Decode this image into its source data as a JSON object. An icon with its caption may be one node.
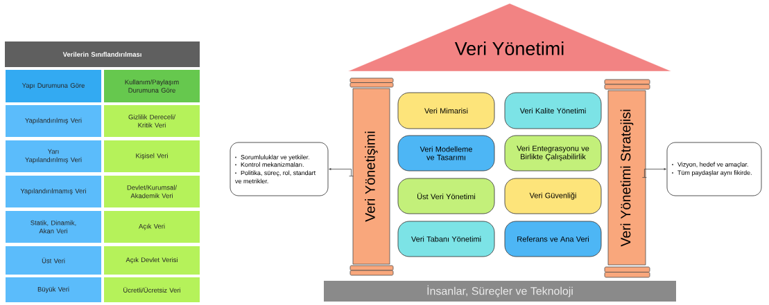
{
  "diagram": {
    "nodes": [
      {
        "text": [
          "Verilerin Sınıflandırılması"
        ]
      },
      {
        "text": [
          "Yapı Durumuna Göre"
        ]
      },
      {
        "text": [
          "Kullanım/Paylaşım Durumuna Göre"
        ]
      },
      {
        "text": [
          "Yapılandırılmış Veri"
        ]
      },
      {
        "text": [
          "Gizlilik Dereceli/ Kritik Veri"
        ]
      },
      {
        "text": [
          "Yarı Yapılandırılmış Veri"
        ]
      },
      {
        "text": [
          "Kişisel Veri"
        ]
      },
      {
        "text": [
          "Yapılandırılmamış Veri"
        ]
      },
      {
        "text": [
          "Devlet/Kurumsal/ Akademik Veri"
        ]
      },
      {
        "text": [
          "Statik, Dinamik, Akan Veri"
        ]
      },
      {
        "text": [
          "Açık Veri"
        ]
      },
      {
        "text": [
          "Üst Veri"
        ]
      },
      {
        "text": [
          "Açık Devlet Verisi"
        ]
      },
      {
        "text": [
          "Büyük Veri"
        ]
      },
      {
        "text": [
          "Ücretli/Ücretsiz Veri"
        ]
      },
      {
        "text": [
          "Veri Yönetimi"
        ]
      },
      {
        "text": [
          "Veri Yönetişimi"
        ]
      },
      {
        "text": [
          "Veri Mimarisi"
        ]
      },
      {
        "text": [
          "Veri Kalite Yönetimi"
        ]
      },
      {
        "text": [
          "Veri Modelleme ve Tasarımı"
        ]
      },
      {
        "text": [
          "Veri Entegrasyonu ve Birlikte Çalışabilirlik"
        ]
      },
      {
        "text": [
          "Üst Veri Yönetimi"
        ]
      },
      {
        "text": [
          "Veri Güvenliği"
        ]
      },
      {
        "text": [
          "Veri Tabanı Yönetimi"
        ]
      },
      {
        "text": [
          "Referans ve Ana Veri"
        ]
      },
      {
        "text": [
          "Veri Yönetimi Stratejisi"
        ]
      },
      {
        "text": [
          "İnsanlar, Süreçler ve Teknoloji"
        ]
      },
      {
        "text": [
          "Sorumluluklar ve yetkiler.",
          "Kontrol mekanizmaları.",
          "Politika, süreç, rol, standart ve metrikler."
        ]
      },
      {
        "text": [
          "Vizyon, hedef ve amaçlar.",
          "Tüm paydaşlar aynı fikirde."
        ]
      }
    ],
    "edges": [
      {
        "from": 16,
        "to": 27,
        "arrow": "to"
      },
      {
        "from": 25,
        "to": 28,
        "arrow": "to"
      }
    ]
  }
}
